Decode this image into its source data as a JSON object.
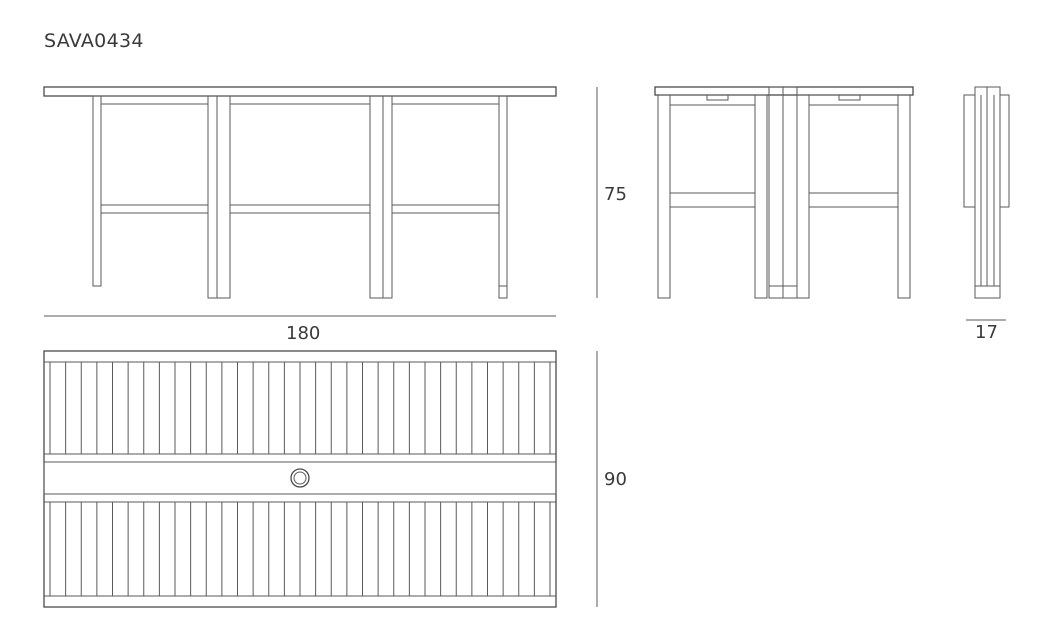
{
  "product": {
    "code": "SAVA0434"
  },
  "dimensions": {
    "width": "180",
    "height": "75",
    "depth": "90",
    "folded_depth": "17"
  },
  "colors": {
    "line": "#5a5a5a",
    "text": "#3a3a3a",
    "background": "#ffffff"
  },
  "top_view": {
    "slats_per_panel": 32,
    "center_knob": true
  }
}
